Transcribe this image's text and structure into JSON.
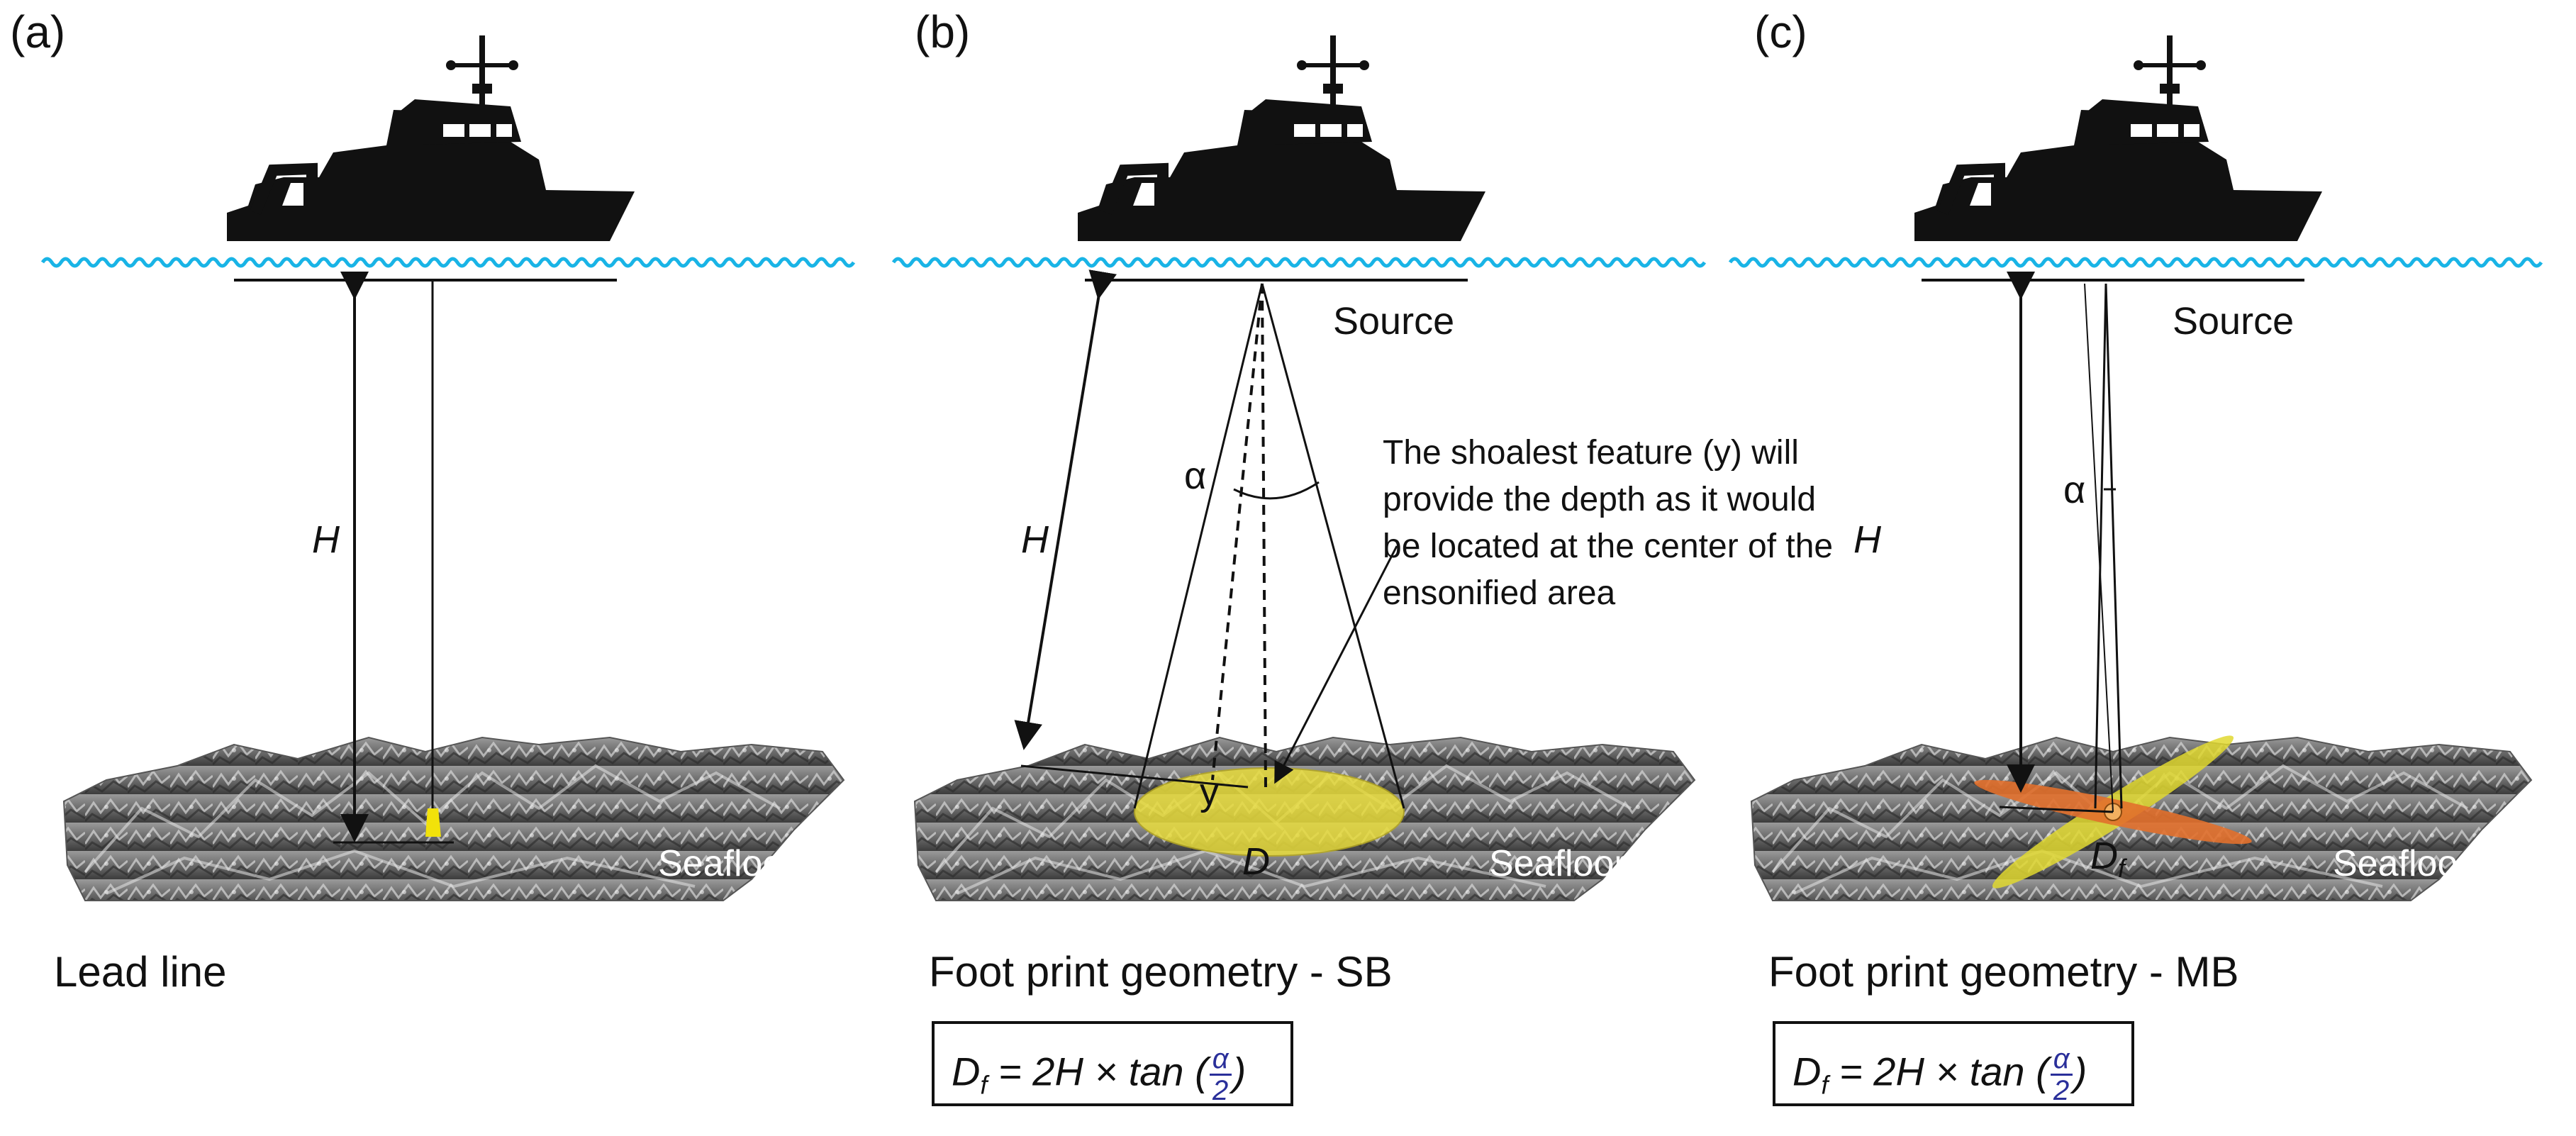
{
  "panels": [
    {
      "letter": "(a)",
      "caption": "Lead line",
      "seafloor_label": "Seafloor",
      "depth_label": "H"
    },
    {
      "letter": "(b)",
      "caption": "Foot print geometry - SB",
      "seafloor_label": "Seafloor",
      "source_label": "Source",
      "depth_label": "H",
      "angle_label": "α",
      "feature_label": "y",
      "footprint_label": "D",
      "note": "The shoalest feature (y) will provide the depth as it would be located at the center of the ensonified area",
      "formula": {
        "lhs": "D",
        "lhs_sub": "f",
        "rhs": "= 2H × tan (",
        "frac_num": "α",
        "frac_den": "2",
        "close": ")"
      }
    },
    {
      "letter": "(c)",
      "caption": "Foot print geometry - MB",
      "seafloor_label": "Seafloor",
      "source_label": "Source",
      "depth_label": "H",
      "angle_label": "α",
      "footprint_label": "D",
      "footprint_sub": "f",
      "formula": {
        "lhs": "D",
        "lhs_sub": "f",
        "rhs": "= 2H × tan (",
        "frac_num": "α",
        "frac_den": "2",
        "close": ")"
      }
    }
  ],
  "colors": {
    "water": "#19b4e6",
    "ship": "#111111",
    "seafloor_light": "#a8a8a8",
    "seafloor_dark": "#3a3a3a",
    "footprint_sb": "#e8dc3c",
    "footprint_mb_along": "#e0d830",
    "footprint_mb_across": "#e2702c",
    "lead_weight": "#f2e20a",
    "formula_fraction": "#2a2f9a"
  },
  "icons": [
    "ship-icon",
    "wave-line",
    "seafloor-terrain"
  ]
}
